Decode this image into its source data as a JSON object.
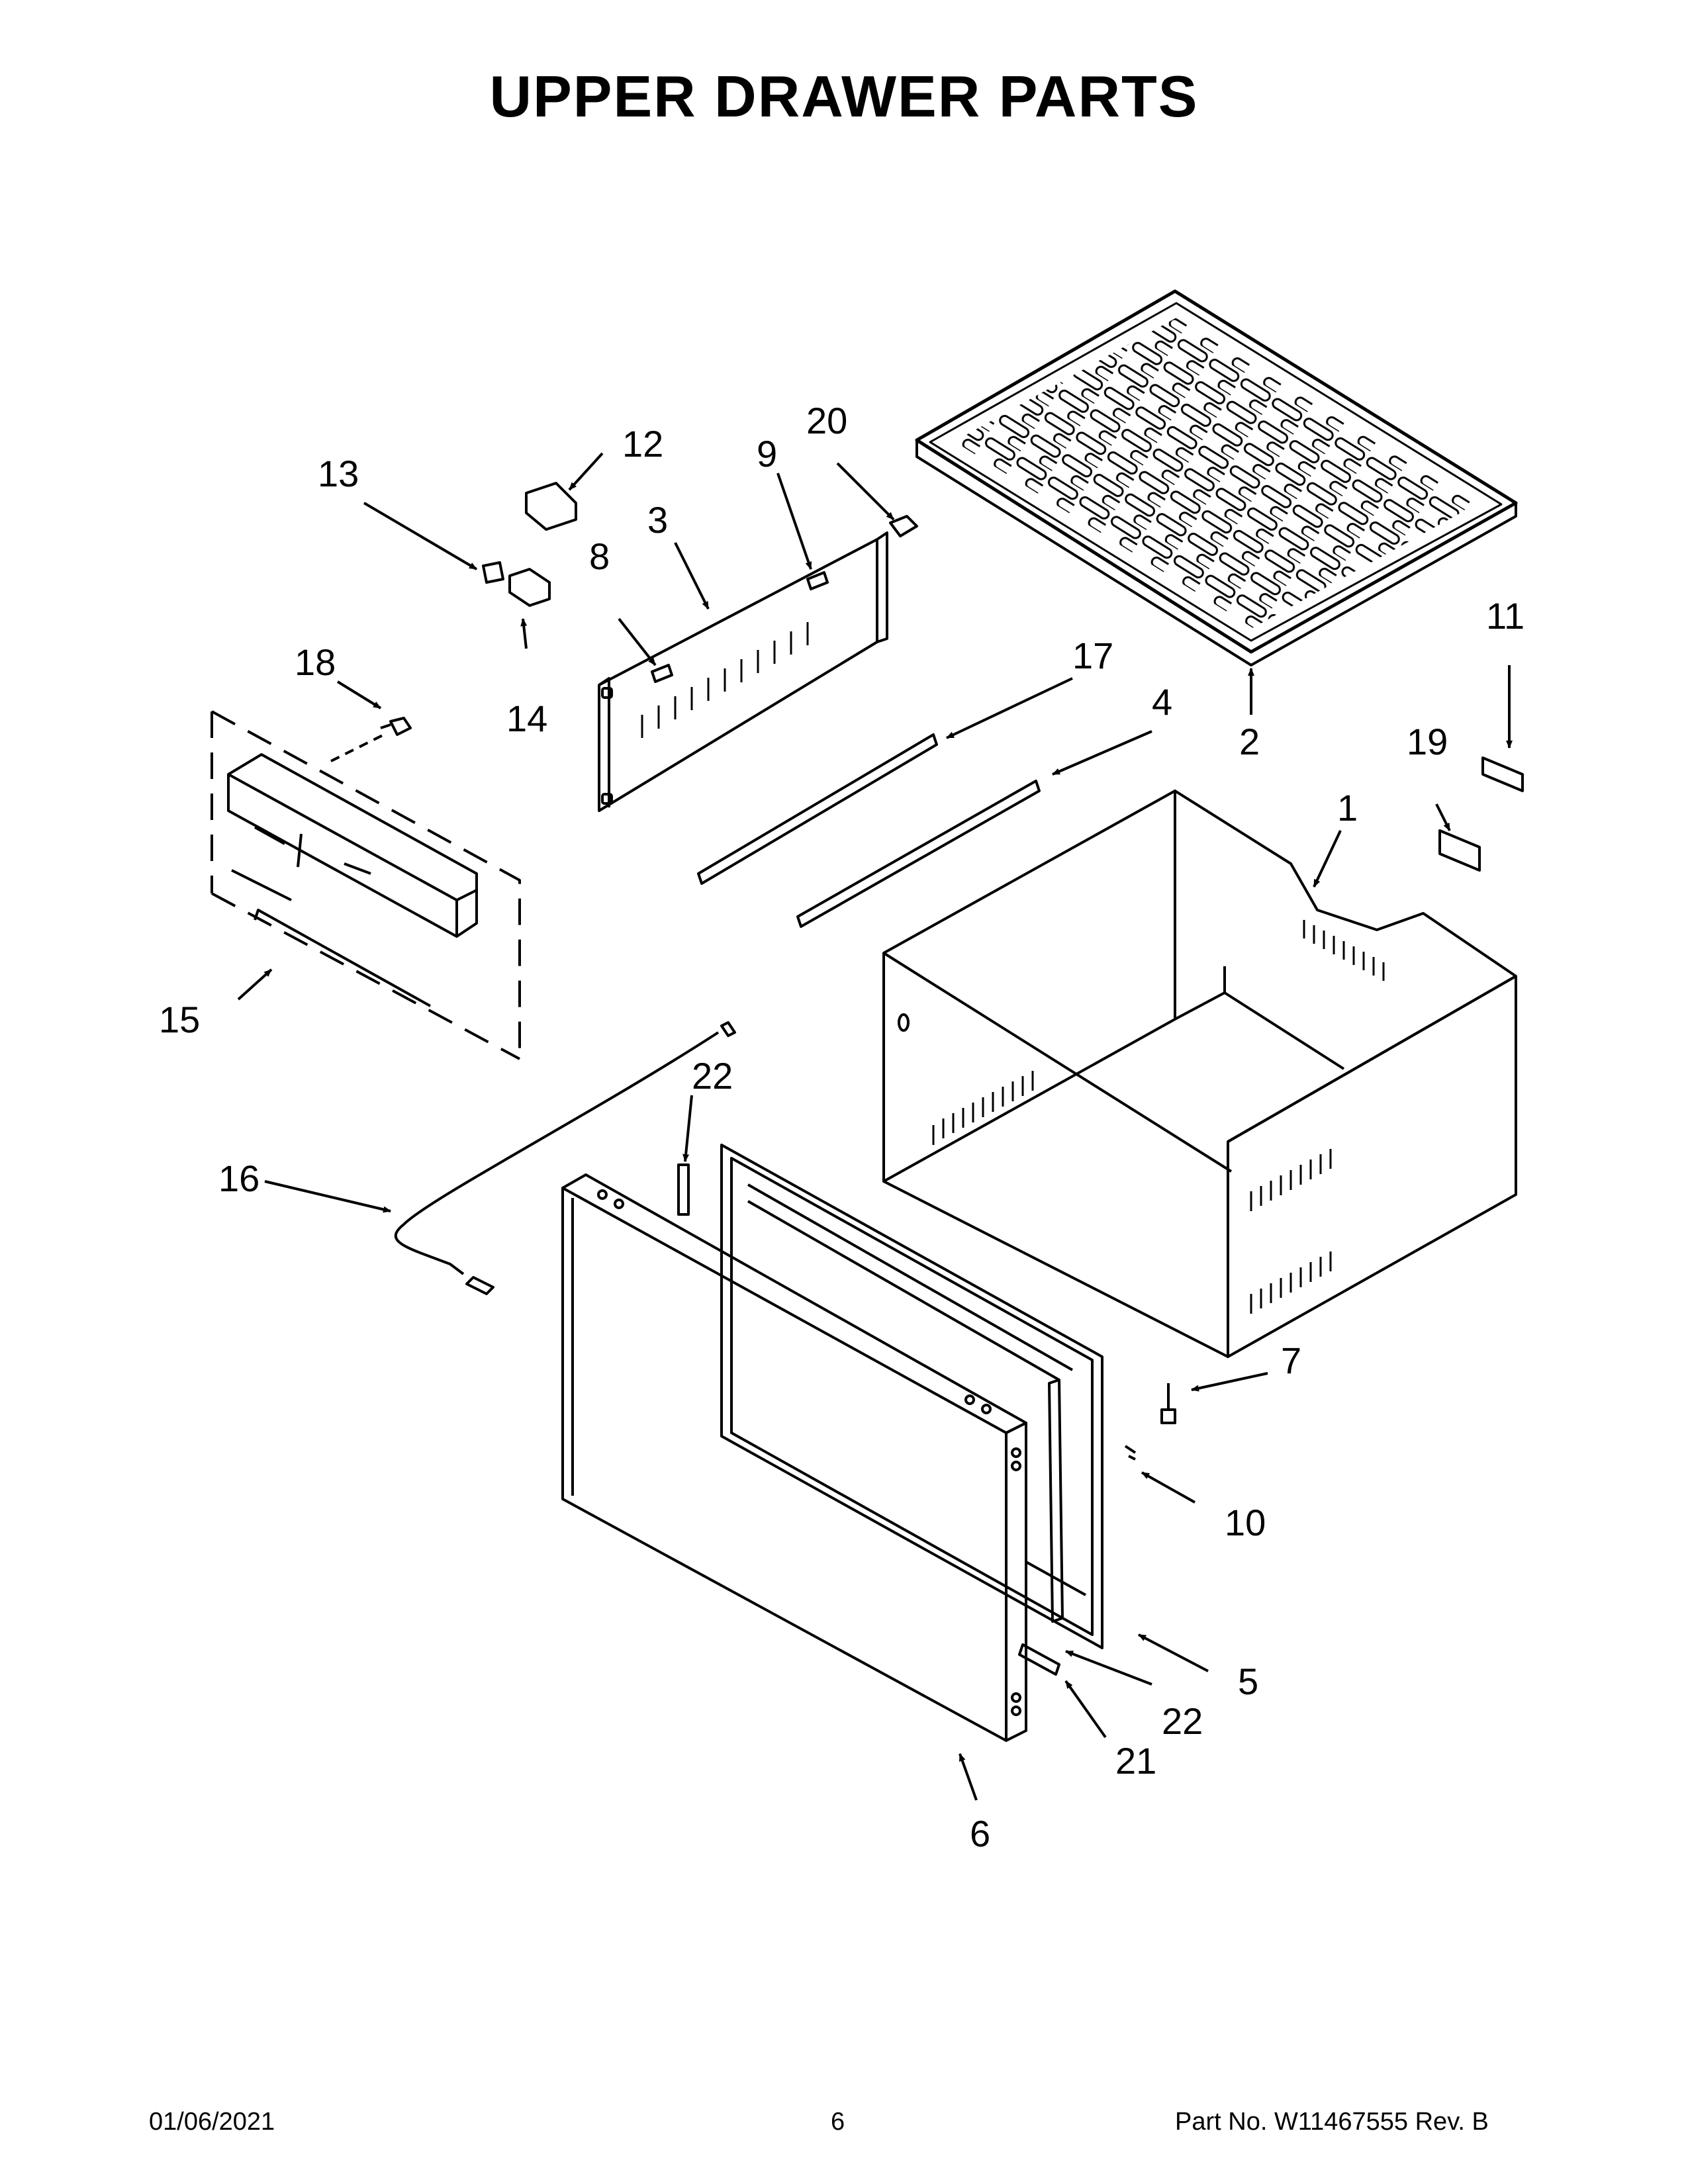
{
  "title": "UPPER DRAWER PARTS",
  "callouts": [
    "1",
    "2",
    "3",
    "4",
    "5",
    "6",
    "7",
    "8",
    "9",
    "10",
    "11",
    "12",
    "13",
    "14",
    "15",
    "16",
    "17",
    "18",
    "19",
    "20",
    "21",
    "22"
  ],
  "footer": {
    "date": "01/06/2021",
    "page": "6",
    "part_no": "Part No.  W11467555  Rev.  B"
  }
}
